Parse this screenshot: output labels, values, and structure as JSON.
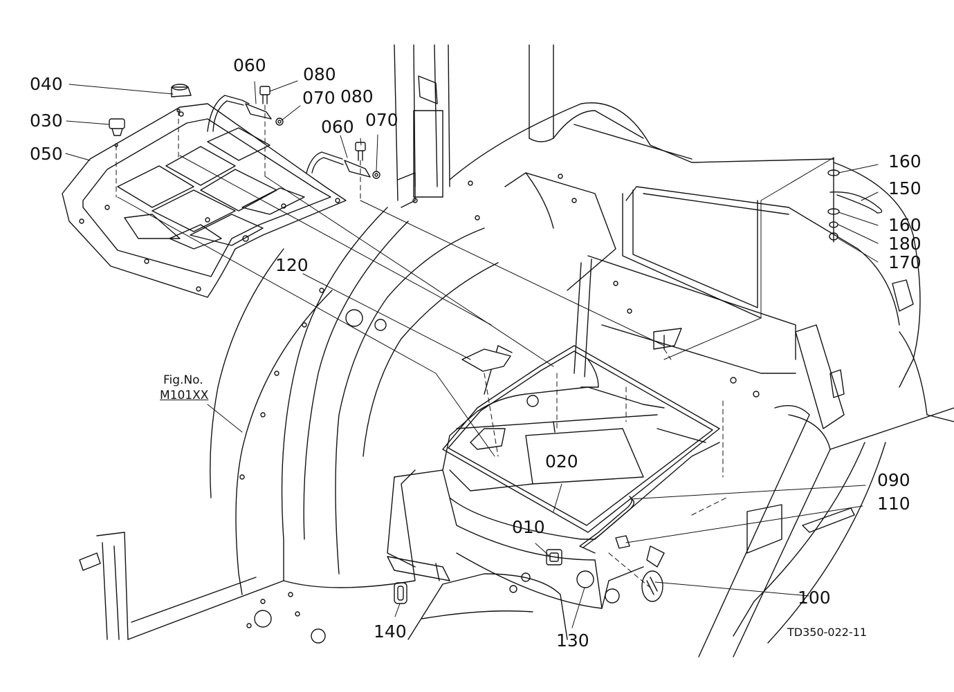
{
  "colors": {
    "line": "#111111",
    "background": "#ffffff",
    "fill_gray": "#d8d8d8"
  },
  "callouts": {
    "c010": "010",
    "c020": "020",
    "c030": "030",
    "c040": "040",
    "c050": "050",
    "c060a": "060",
    "c060b": "060",
    "c070a": "070",
    "c070b": "070",
    "c080a": "080",
    "c080b": "080",
    "c090": "090",
    "c100": "100",
    "c110": "110",
    "c120": "120",
    "c130": "130",
    "c140": "140",
    "c150": "150",
    "c160a": "160",
    "c160b": "160",
    "c170": "170",
    "c180": "180"
  },
  "figure_reference": {
    "label": "Fig.No.",
    "number": "M101XX"
  },
  "drawing_code": "TD350-022-11"
}
